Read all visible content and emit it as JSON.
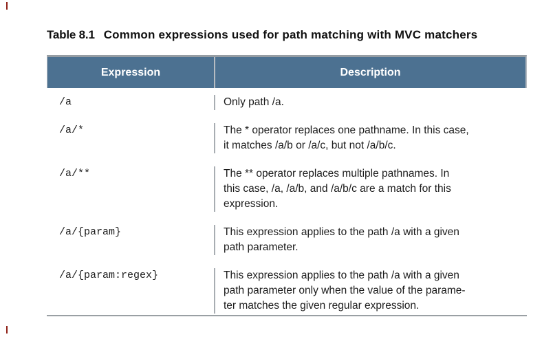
{
  "doc": {
    "table_label": "Table 8.1",
    "table_title": "Common expressions used for path matching with MVC matchers"
  },
  "table": {
    "columns": [
      "Expression",
      "Description"
    ],
    "rows": [
      {
        "expression": "/a",
        "description": "Only path /a."
      },
      {
        "expression": "/a/*",
        "description": "The * operator replaces one pathname. In this case,\nit matches /a/b or /a/c, but not /a/b/c."
      },
      {
        "expression": "/a/**",
        "description": "The ** operator replaces multiple pathnames. In\nthis case, /a, /a/b, and /a/b/c are a match for this\nexpression."
      },
      {
        "expression": "/a/{param}",
        "description": "This expression applies to the path /a with a given\npath parameter."
      },
      {
        "expression": "/a/{param:regex}",
        "description": "This expression applies to the path /a with a given\npath parameter only when the value of the parame-\nter matches the given regular expression."
      }
    ]
  },
  "colors": {
    "header_bg": "#4c7191",
    "header_text": "#ffffff",
    "table_top_border": "#969da3",
    "table_bottom_border": "#9aa0a4",
    "column_divider": "#a8adb2",
    "body_text": "#1b1b1b",
    "edge_mark_red": "#8e1f15"
  }
}
